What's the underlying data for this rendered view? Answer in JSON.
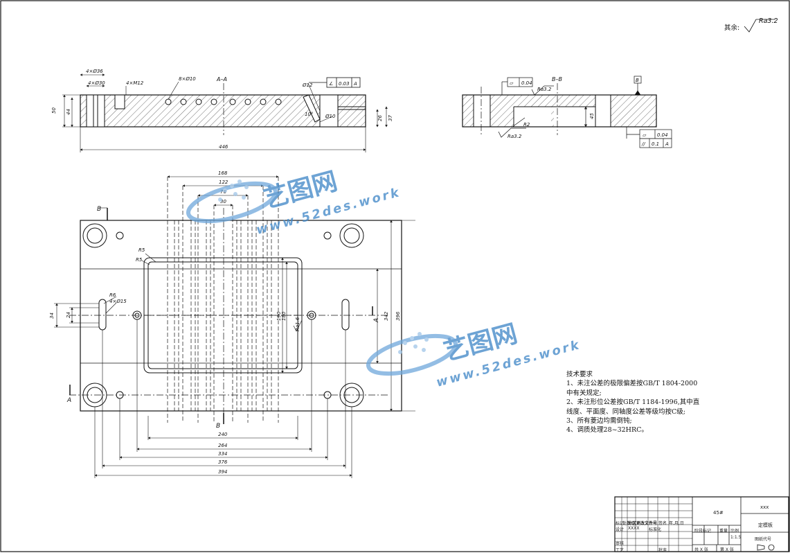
{
  "roughness_note": {
    "label": "其余:",
    "value": "Ra3.2"
  },
  "section_aa": {
    "title": "A–A",
    "dims": {
      "d1": "4×Ø36",
      "d2": "4×Ø30",
      "d3": "4×M12",
      "d4": "8×Ø10",
      "h50": "50",
      "h44": "44",
      "w446": "446",
      "ang12": "Ø12",
      "ang10": "10°",
      "d10": "Ø10",
      "d26": "26",
      "d37": "37",
      "gdt_sym": "∠",
      "gdt_val": "0.03",
      "gdt_ref": "A"
    }
  },
  "section_bb": {
    "title": "B–B",
    "dims": {
      "flat_val": "0.04",
      "ra": "Ra3.2",
      "r2": "R2",
      "ra2": "Ra3.2",
      "h45": "45",
      "datum": "B",
      "flat2": "0.04",
      "par_val": "0.1",
      "par_ref": "A"
    }
  },
  "plan_view": {
    "cut_a": "A",
    "cut_b": "B",
    "dims": {
      "w168": "168",
      "w122": "122",
      "w76": "76",
      "w30": "30",
      "r5a": "R5",
      "r5b": "R5",
      "r6": "R6",
      "slot": "4×Ø15",
      "h34": "34",
      "h24": "24",
      "v180": "180",
      "v190": "190",
      "ra16": "Ra1.6",
      "v342": "342",
      "v396": "396",
      "b240": "240",
      "b264": "264",
      "b334": "334",
      "b376": "376",
      "b394": "394"
    }
  },
  "watermark": {
    "brand": "艺图网",
    "url": "www.52des.work"
  },
  "tech_requirements": {
    "title": "技术要求",
    "lines": [
      "1、未注公差的极限偏差按GB/T 1804-2000",
      "中有关规定;",
      "2、未注形位公差按GB/T 1184-1996,其中直",
      "线度、平面度、同轴度公差等级均按C级;",
      "3、所有菱边均需倒钝;",
      "4、调质处理28~32HRC。"
    ]
  },
  "title_block": {
    "material": "45#",
    "company": "xxx",
    "part_name": "定模板",
    "drawing_no_label": "图纸代号",
    "row_labels": [
      "标记",
      "处数",
      "分区",
      "更改文件号",
      "签名",
      "年,月,日"
    ],
    "design_label": "设计",
    "design_name": "XXXX",
    "standard_label": "标准化",
    "stage_label": "阶段标记",
    "weight_label": "重量",
    "scale_label": "比例",
    "scale_value": "1:1.5",
    "check_label": "审核",
    "process_label": "工艺",
    "approve_label": "批准",
    "sheets_total": "共 X 张",
    "sheet_no": "第 X 张"
  }
}
